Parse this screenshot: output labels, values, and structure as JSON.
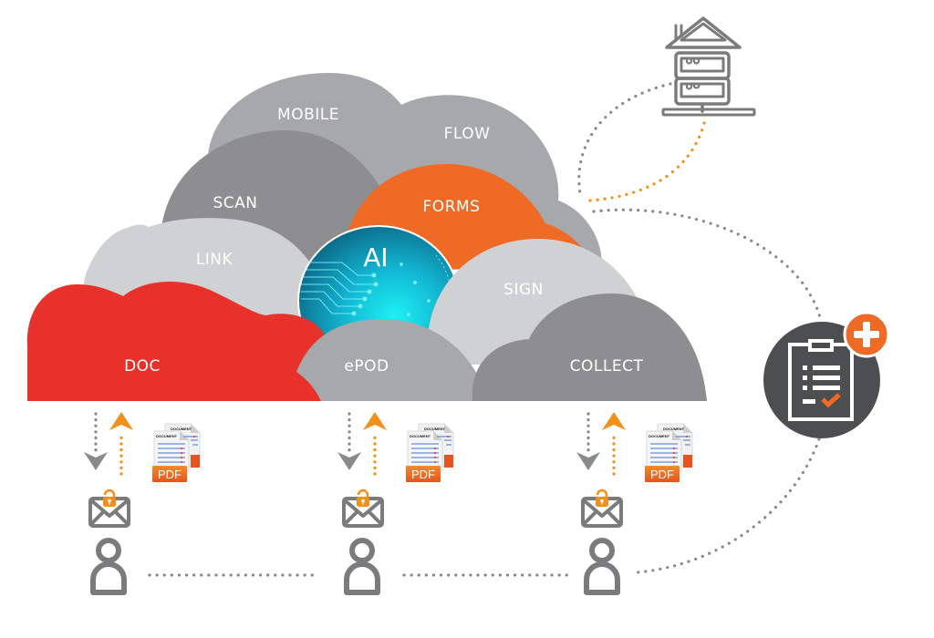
{
  "diagram": {
    "clouds": [
      {
        "id": "mobile",
        "label": "MOBILE",
        "color": "#a7a8ab"
      },
      {
        "id": "flow",
        "label": "FLOW",
        "color": "#a7a8ab"
      },
      {
        "id": "scan",
        "label": "SCAN",
        "color": "#8e8e90"
      },
      {
        "id": "forms",
        "label": "FORMS",
        "color": "#ee6a25"
      },
      {
        "id": "link",
        "label": "LINK",
        "color": "#d0d1d3"
      },
      {
        "id": "ai",
        "label": "AI",
        "color": "#1aa7c4"
      },
      {
        "id": "sign",
        "label": "SIGN",
        "color": "#d0d1d3"
      },
      {
        "id": "doc",
        "label": "DOC",
        "color": "#e8312a"
      },
      {
        "id": "epod",
        "label": "ePOD",
        "color": "#a7a8ab"
      },
      {
        "id": "collect",
        "label": "COLLECT",
        "color": "#8e8e90"
      }
    ],
    "endpoints": [
      {
        "id": "left",
        "pdf_label": "PDF",
        "doc_labels": [
          "DOCUMENT",
          "DOCUMENT"
        ]
      },
      {
        "id": "middle",
        "pdf_label": "PDF",
        "doc_labels": [
          "DOCUMENT",
          "DOCUMENT"
        ]
      },
      {
        "id": "right",
        "pdf_label": "PDF",
        "doc_labels": [
          "DOCUMENT",
          "DOCUMENT"
        ]
      }
    ],
    "icons": {
      "server": "home-server-icon",
      "checklist": "clipboard-checklist-icon",
      "add": "plus-icon",
      "user": "user-icon",
      "mail": "locked-envelope-icon",
      "pdf": "pdf-document-icon"
    },
    "colors": {
      "gray_dark": "#8e8e90",
      "gray_mid": "#a7a8ab",
      "gray_light": "#d0d1d3",
      "orange": "#ee6a25",
      "arrow_orange": "#f39019",
      "red": "#e8312a",
      "icon_gray": "#7b7b7e",
      "badge_dark": "#4d4e50"
    }
  }
}
